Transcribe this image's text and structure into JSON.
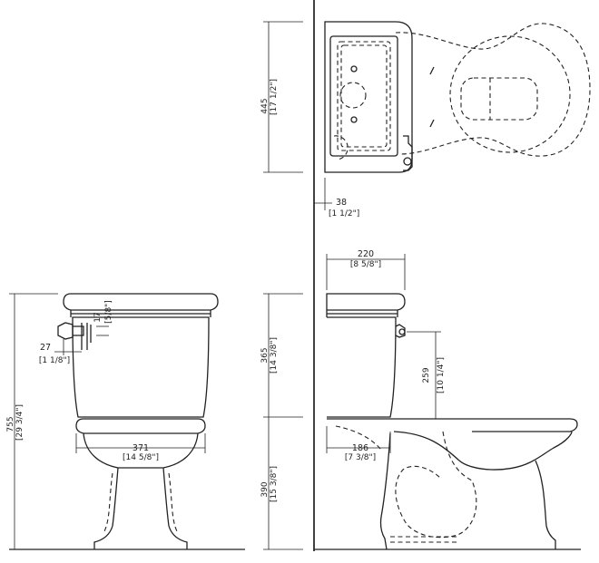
{
  "dimensions": {
    "d445": {
      "mm": "445",
      "in": "[17 1/2\"]"
    },
    "d38": {
      "mm": "38",
      "in": "[1 1/2\"]"
    },
    "d220": {
      "mm": "220",
      "in": "[8 5/8\"]"
    },
    "d365": {
      "mm": "365",
      "in": "[14 3/8\"]"
    },
    "d259": {
      "mm": "259",
      "in": "[10 1/4\"]"
    },
    "d390": {
      "mm": "390",
      "in": "[15 3/8\"]"
    },
    "d186": {
      "mm": "186",
      "in": "[7 3/8\"]"
    },
    "d755": {
      "mm": "755",
      "in": "[29 3/4\"]"
    },
    "d371": {
      "mm": "371",
      "in": "[14 5/8\"]"
    },
    "d17": {
      "mm": "17",
      "in": "[5/8\"]"
    },
    "d27": {
      "mm": "27",
      "in": "[1 1/8\"]"
    }
  },
  "colors": {
    "line": "#222222",
    "background": "#ffffff"
  }
}
